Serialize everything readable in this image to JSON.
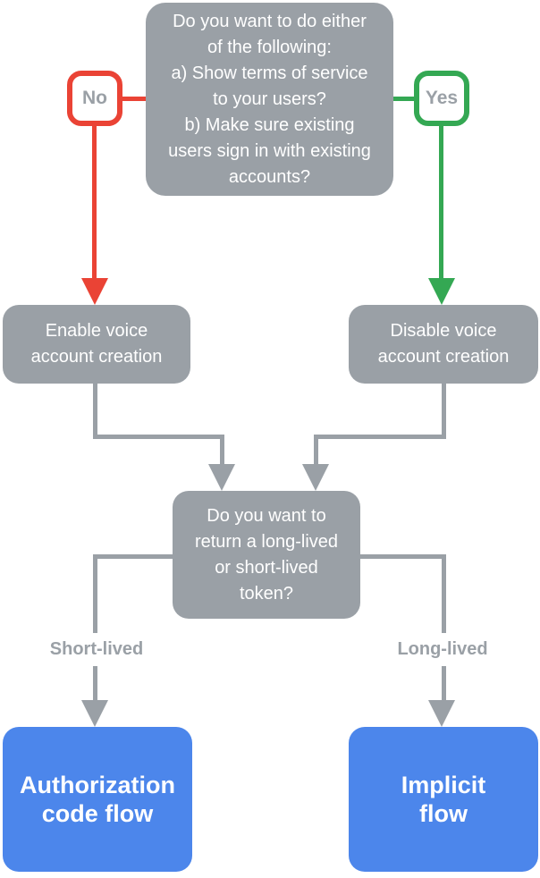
{
  "colors": {
    "node_gray": "#9AA0A6",
    "node_blue": "#4C86EB",
    "no_red": "#EA4335",
    "yes_green": "#34A853",
    "label_gray": "#9AA0A6",
    "text_white": "#FFFFFF",
    "label_bg": "#FFFFFF"
  },
  "flowchart": {
    "question1": [
      "Do you want to do either",
      "of the following:",
      "a) Show terms of service",
      "to your users?",
      "b) Make sure existing",
      "users sign in with existing",
      "accounts?"
    ],
    "no_label": "No",
    "yes_label": "Yes",
    "enable_node": [
      "Enable voice",
      "account creation"
    ],
    "disable_node": [
      "Disable voice",
      "account creation"
    ],
    "question2": [
      "Do you want to",
      "return a long-lived",
      "or short-lived",
      "token?"
    ],
    "short_lived_label": "Short-lived",
    "long_lived_label": "Long-lived",
    "auth_code_node": [
      "Authorization",
      "code flow"
    ],
    "implicit_node": [
      "Implicit",
      "flow"
    ]
  }
}
